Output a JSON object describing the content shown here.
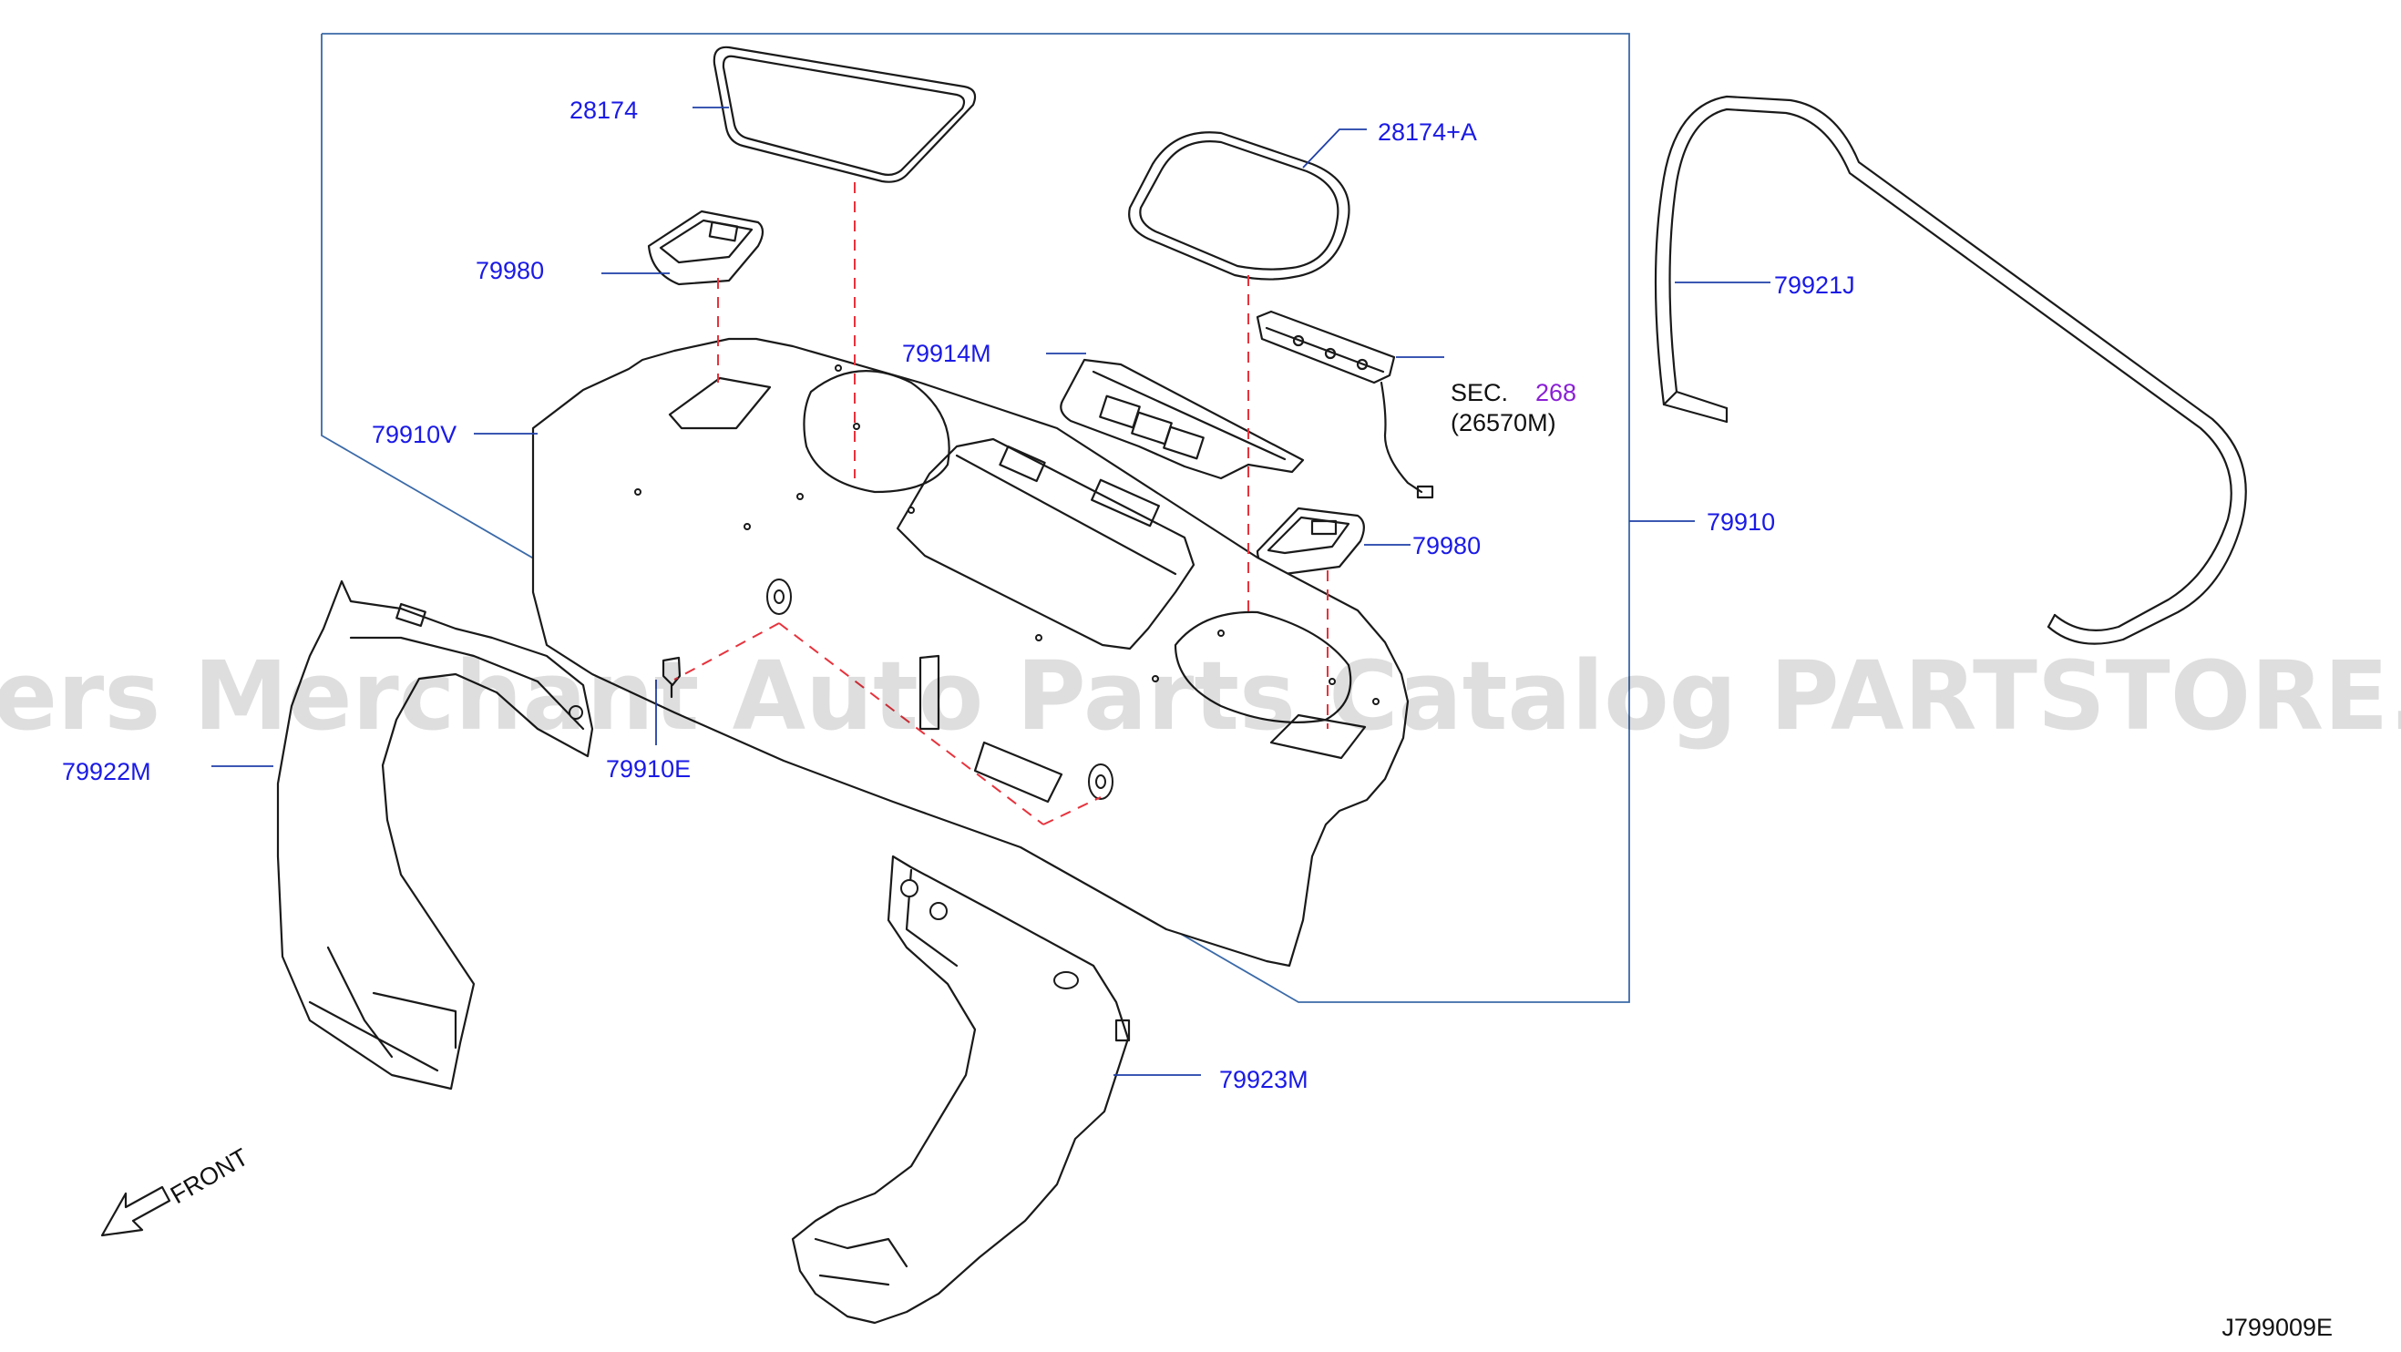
{
  "watermark": "Offers Merchant Auto Parts Catalog PARTSTORE.SA",
  "diagram_code": "J799009E",
  "front_label": "FRONT",
  "labels": {
    "seal_a": "28174",
    "seal_b": "28174+A",
    "lid_left": "79980",
    "lid_right": "79980",
    "finisher": "79914M",
    "parcel_shelf": "79910V",
    "assembly": "79910",
    "weatherstrip": "79921J",
    "clip": "79910E",
    "side_left": "79922M",
    "side_right": "79923M",
    "sec_prefix": "SEC.",
    "sec_number": "268",
    "sec_part": "(26570M)"
  },
  "colors": {
    "label_blue": "#1a1ae6",
    "section_link": "#8a1fd6",
    "dashed_line": "#e8323c",
    "frame_line": "#3b6aa8"
  }
}
